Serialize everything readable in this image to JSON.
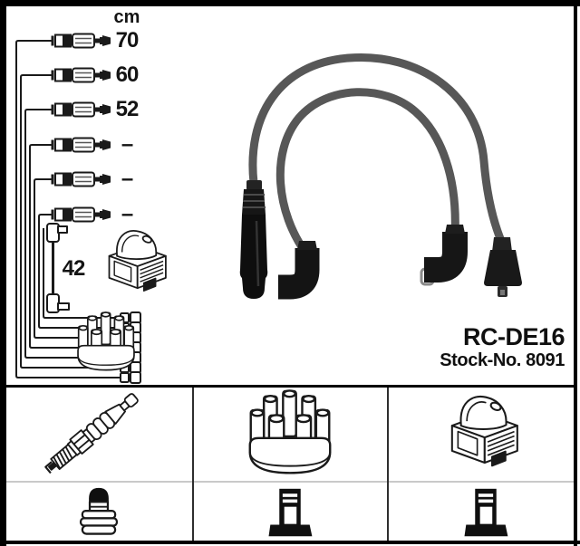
{
  "product": {
    "type_code": "RC-DE16",
    "stock_no": "Stock-No. 8091"
  },
  "length_table": {
    "unit": "cm",
    "cable_lengths": [
      "70",
      "60",
      "52",
      "–",
      "–",
      "–"
    ],
    "coil_cable_length": "42"
  },
  "colors": {
    "frame_border": "#000000",
    "line_art": "#1a1a1a",
    "cable_gray": "#575757",
    "boot_black": "#141414",
    "grid_separator": "#c9c9c9"
  },
  "components": {
    "schematic": [
      "six-ignition-leads",
      "coil-lead",
      "ignition-coil",
      "distributor-cap",
      "terminal-bundle"
    ],
    "photo": "two-ignition-lead-cables",
    "legend_row1": [
      "spark-plug",
      "distributor-cap",
      "ignition-coil"
    ],
    "legend_row2": [
      "sae-terminal-nut",
      "din-terminal",
      "din-terminal"
    ]
  }
}
